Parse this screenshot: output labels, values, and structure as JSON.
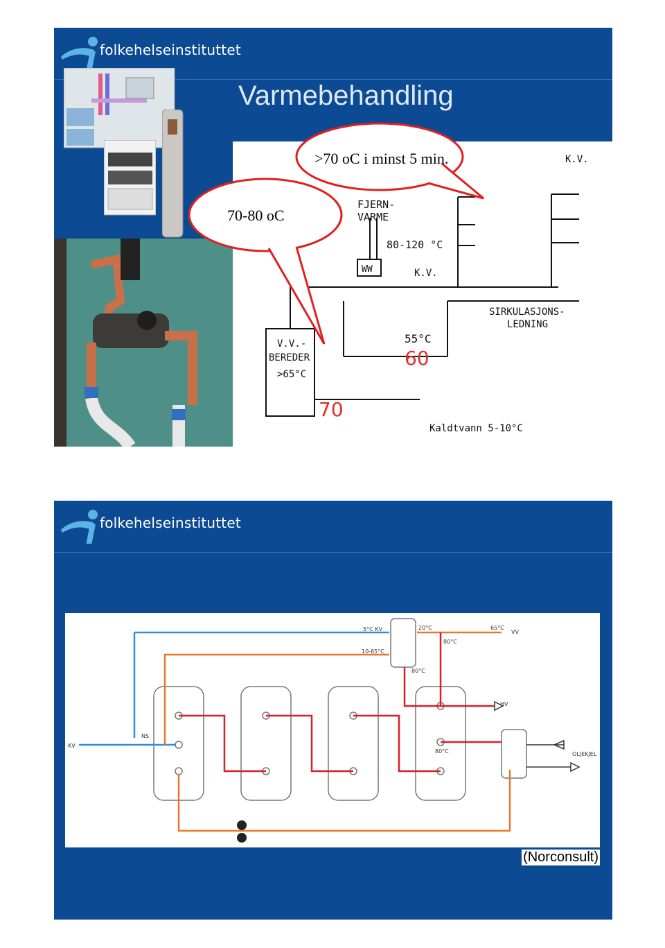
{
  "slide1": {
    "logo_text": "folkehelseinstituttet",
    "title": "Varmebehandling",
    "bubble_top": ">70 oC i minst 5 min.",
    "bubble_left": "70-80 oC",
    "diagram_labels": {
      "kv_top": "K.V.",
      "fjernvarme_1": "FJERN-",
      "fjernvarme_2": "VARME",
      "temp_range": "80-120 °C",
      "ww": "WW",
      "kv_mid": "K.V.",
      "sirk_1": "SIRKULASJONS-",
      "sirk_2": "LEDNING",
      "vv_1": "V.V.-",
      "vv_2": "BEREDER",
      "vv_temp": ">65°C",
      "temp_55": "55°C",
      "red_60": "60",
      "red_70": "70",
      "kaldtvann": "Kaldtvann  5-10°C"
    }
  },
  "slide2": {
    "logo_text": "folkehelseinstituttet",
    "credit": "(Norconsult)",
    "diagram_labels": {
      "kv_left": "KV",
      "ns": "NS",
      "kv_5": "5°C  KV",
      "t_20": "20°C",
      "t_65": "65°C",
      "vv": "VV",
      "t_10_65": "10-65°C",
      "t_80a": "80°C",
      "t_80b": "80°C",
      "t_80c": "80°C",
      "hv": "HV",
      "oljekjel": "OLJEKJEL"
    }
  },
  "colors": {
    "slide_bg": "#0c4a93",
    "pipe_blue": "#2f8fde",
    "pipe_orange": "#e8782a",
    "pipe_red": "#d8202a"
  }
}
